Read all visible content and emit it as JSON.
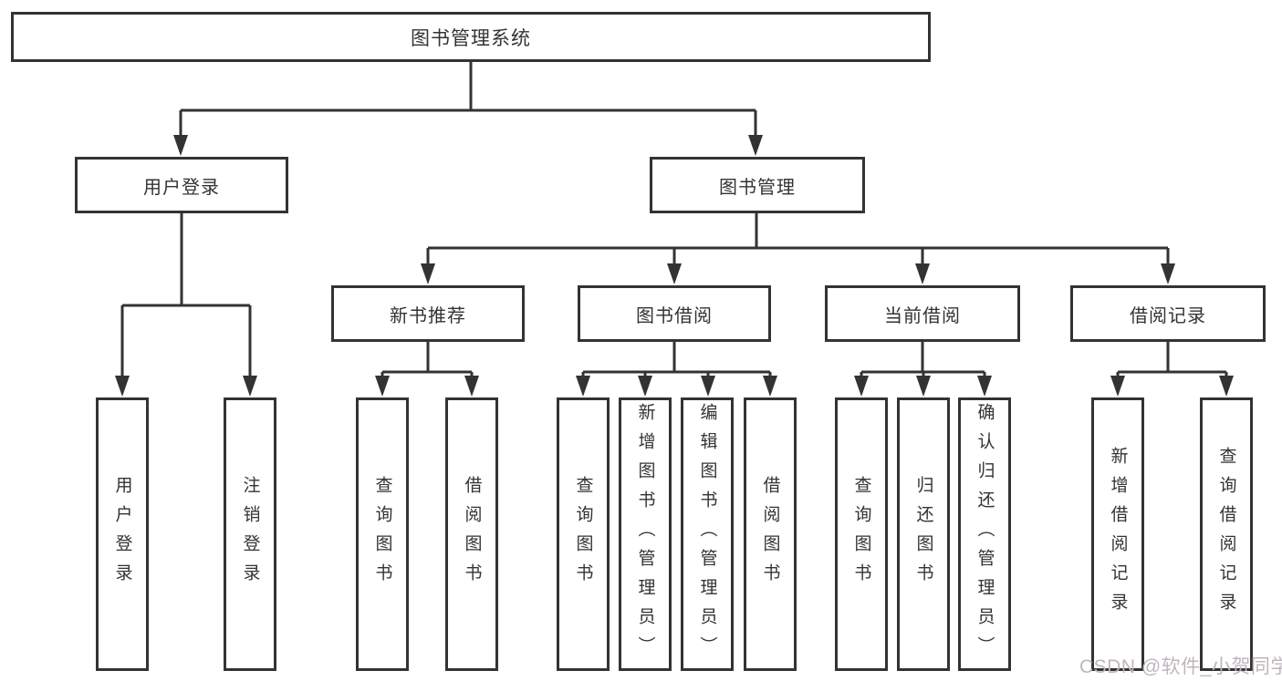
{
  "diagram": {
    "root": {
      "label": "图书管理系统"
    },
    "branches": {
      "login": {
        "label": "用户登录",
        "children": [
          "用户登录",
          "注销登录"
        ]
      },
      "management": {
        "label": "图书管理",
        "groups": [
          {
            "label": "新书推荐",
            "children": [
              "查询图书",
              "借阅图书"
            ]
          },
          {
            "label": "图书借阅",
            "children": [
              "查询图书",
              "新增图书（管理员）",
              "编辑图书（管理员）",
              "借阅图书"
            ]
          },
          {
            "label": "当前借阅",
            "children": [
              "查询图书",
              "归还图书",
              "确认归还（管理员）"
            ]
          },
          {
            "label": "借阅记录",
            "children": [
              "新增借阅记录",
              "查询借阅记录"
            ]
          }
        ]
      }
    }
  },
  "watermark": {
    "text": "CSDN @软件_小贺同学",
    "color": "#bdb6bd"
  },
  "colors": {
    "line": "#333333",
    "text": "#333333",
    "background": "#ffffff"
  }
}
